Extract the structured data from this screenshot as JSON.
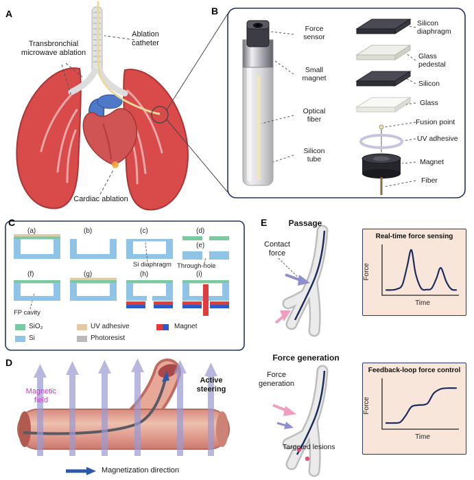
{
  "panels": {
    "A": {
      "letter": "A",
      "labels": {
        "transbronchial": "Transbronchial\nmicrowave ablation",
        "ablation_catheter": "Ablation\ncatheter",
        "cardiac_ablation": "Cardiac ablation"
      }
    },
    "B": {
      "letter": "B",
      "left_labels": {
        "force_sensor": "Force\nsensor",
        "small_magnet": "Small\nmagnet",
        "optical_fiber": "Optical\nfiber",
        "silicon_tube": "Silicon\ntube"
      },
      "right_labels": {
        "silicon_diaphragm": "Silicon\ndiaphragm",
        "glass_pedestal": "Glass\npedestal",
        "silicon": "Silicon",
        "glass": "Glass",
        "fusion_point": "Fusion point",
        "uv_adhesive": "UV adhesive",
        "magnet": "Magnet",
        "fiber": "Fiber"
      }
    },
    "C": {
      "letter": "C",
      "steps": [
        "(a)",
        "(b)",
        "(c)",
        "(d)",
        "(e)",
        "(f)",
        "(g)",
        "(h)",
        "(i)"
      ],
      "annotations": {
        "si_diaphragm": "Si diaphragm",
        "through_hole": "Through-hole",
        "fp_cavity": "FP cavity"
      },
      "legend": [
        {
          "label": "SiO₂",
          "color": "#7cc8a0"
        },
        {
          "label": "Si",
          "color": "#8fc4e6"
        },
        {
          "label": "UV adhesive",
          "color": "#e3c9a4"
        },
        {
          "label": "Photoresist",
          "color": "#b9b9b9"
        },
        {
          "label": "Magnet",
          "color": "#e23b3b",
          "color2": "#2b5bc8"
        }
      ]
    },
    "D": {
      "letter": "D",
      "labels": {
        "magnetic_field": "Magnetic\nfield",
        "active_steering": "Active\nsteering",
        "magnetization_direction": "Magnetization direction"
      },
      "colors": {
        "magnetic_field_text": "#c23bc2",
        "field_arrow": "#9a9ad2",
        "magnetization_arrow": "#2b58a8"
      }
    },
    "E": {
      "letter": "E",
      "passage_title": "Passage",
      "contact_force": "Contact\nforce",
      "generation_title": "Force generation",
      "generation_label": "Force\ngeneration",
      "targeted_lesions": "Targeted lesions"
    }
  },
  "chart_data": [
    {
      "type": "line",
      "title": "Real-time force sensing",
      "xlabel": "Time",
      "ylabel": "Force",
      "x": [
        0,
        0.07,
        0.15,
        0.23,
        0.3,
        0.36,
        0.42,
        0.5,
        0.58,
        0.65,
        0.72,
        0.78,
        0.86,
        0.93,
        1
      ],
      "y": [
        0.06,
        0.06,
        0.08,
        0.18,
        0.62,
        1.0,
        0.45,
        0.1,
        0.07,
        0.1,
        0.34,
        0.58,
        0.25,
        0.08,
        0.06
      ],
      "xlim": [
        0,
        1
      ],
      "ylim": [
        0,
        1
      ],
      "line_color": "#1d2a5e",
      "bg_color": "#f8e6da",
      "legend_position": "none",
      "grid": false
    },
    {
      "type": "line",
      "title": "Feedback-loop force control",
      "xlabel": "Time",
      "ylabel": "Force",
      "x": [
        0,
        0.1,
        0.2,
        0.28,
        0.36,
        0.45,
        0.54,
        0.6,
        0.68,
        0.78,
        0.88,
        1
      ],
      "y": [
        0.08,
        0.08,
        0.1,
        0.26,
        0.46,
        0.5,
        0.51,
        0.56,
        0.78,
        0.88,
        0.9,
        0.9
      ],
      "xlim": [
        0,
        1
      ],
      "ylim": [
        0,
        1
      ],
      "line_color": "#1d2a5e",
      "bg_color": "#f8e6da",
      "legend_position": "none",
      "grid": false
    }
  ]
}
